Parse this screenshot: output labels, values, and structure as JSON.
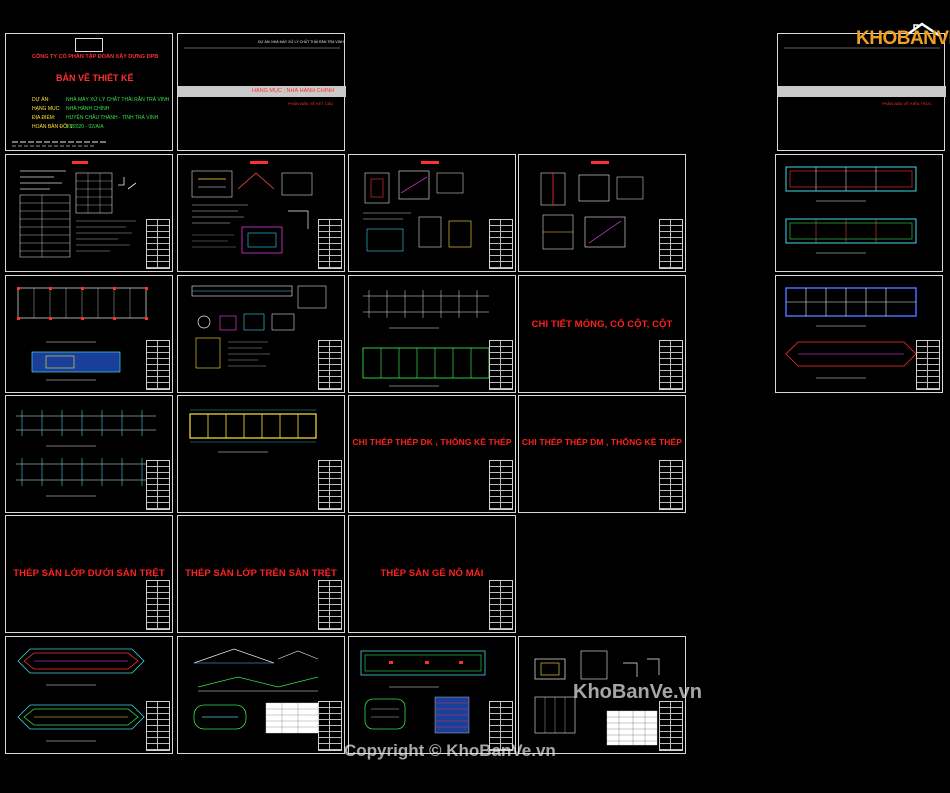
{
  "cover": {
    "company": "CÔNG TY CỔ PHẦN TẬP ĐOÀN XÂY DỰNG DPB",
    "title": "BẢN VẼ THIẾT KẾ",
    "rows": [
      {
        "label": "DỰ ÁN:",
        "value": "NHÀ MÁY XỬ LÝ CHẤT THẢI RẮN TRÀ VINH"
      },
      {
        "label": "HẠNG MỤC:",
        "value": "NHÀ HÀNH CHÍNH"
      },
      {
        "label": "ĐỊA ĐIỂM:",
        "value": "HUYỆN CHÂU THÀNH - TỈNH TRÀ VINH"
      },
      {
        "label": "HOÀN BẢN ĐỐI 1:",
        "value": "07/2020 - 02/A/A"
      }
    ]
  },
  "index_sheet": {
    "header": "DỰ ÁN: NHÀ MÁY XỬ LÝ CHẤT THẢI RẮN TRÀ VINH",
    "hang_muc": "HẠNG MỤC : NHÀ HÀNH CHÍNH",
    "subtitle": "PHẦN BẢN VẼ KẾT CẤU"
  },
  "right_index": {
    "subtitle": "PHẦN BẢN VẼ KIẾN TRÚC"
  },
  "sheets": {
    "chi_tiet_mong": "CHI TIẾT MÓNG, CỔ CỘT, CỘT",
    "thep_dk": "CHI THÉP THÉP DK , THỐNG KÊ THÉP",
    "thep_dm": "CHI THÉP THÉP DM , THỐNG KÊ THÉP",
    "san_duoi": "THÉP SÀN LỚP DƯỚI SÀN TRỆT",
    "san_tren": "THÉP SÀN LỚP TRÊN SÀN TRỆT",
    "ge_no_mai": "THÉP SÀN GÊ NÔ MÁI"
  },
  "watermark": {
    "site": "KhoBanVe.vn",
    "copyright": "Copyright © KhoBanVe.vn",
    "logo": "KHOBANVE"
  },
  "colors": {
    "background": "#000000",
    "sheet_border": "#d8d8d8",
    "red_text": "#ff2020",
    "yellow": "#ffe23a",
    "green": "#37e04a",
    "cyan": "#3fd6e8",
    "blue": "#4a6cff",
    "logo": "#f0a020"
  }
}
